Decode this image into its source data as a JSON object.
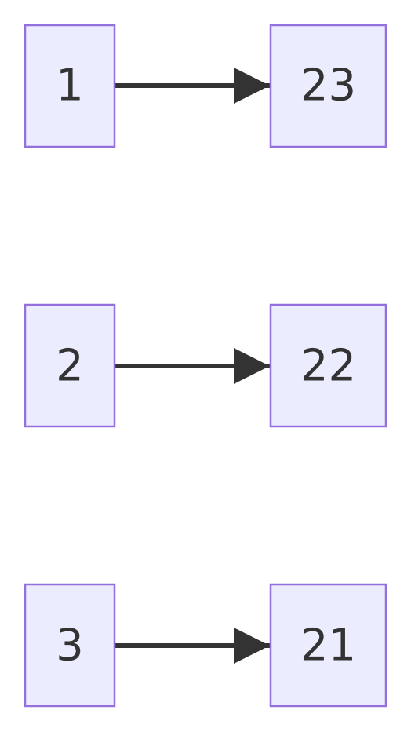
{
  "diagram": {
    "colors": {
      "node_fill": "#ECECFF",
      "node_stroke": "#9370DB",
      "text": "#333333",
      "edge": "#333333",
      "background": "#ffffff"
    },
    "rows": [
      {
        "source": "1",
        "target": "23"
      },
      {
        "source": "2",
        "target": "22"
      },
      {
        "source": "3",
        "target": "21"
      }
    ]
  }
}
